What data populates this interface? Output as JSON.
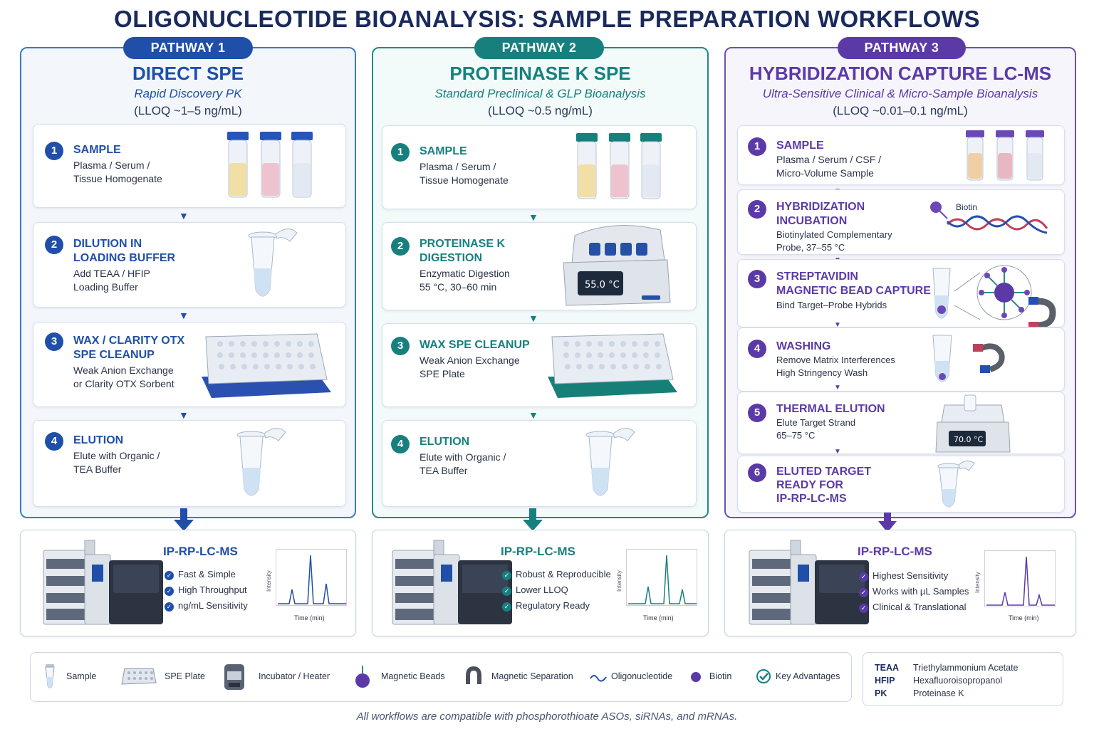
{
  "title": "OLIGONUCLEOTIDE BIOANALYSIS: SAMPLE PREPARATION WORKFLOWS",
  "colors": {
    "pathway1": "#1f4fa8",
    "pathway2": "#17807f",
    "pathway3": "#5b3aa8"
  },
  "pathways": [
    {
      "label": "PATHWAY 1",
      "name": "DIRECT SPE",
      "subtitle": "Rapid Discovery PK",
      "lloq": "(LLOQ ~1–5 ng/mL)",
      "steps": [
        {
          "num": "1",
          "title": "SAMPLE",
          "desc": "Plasma / Serum /\nTissue Homogenate",
          "icon": "sample-tubes-icon"
        },
        {
          "num": "2",
          "title": "DILUTION IN\nLOADING BUFFER",
          "desc": "Add TEAA / HFIP\nLoading Buffer",
          "icon": "microtube-icon"
        },
        {
          "num": "3",
          "title": "WAX / CLARITY OTX\nSPE CLEANUP",
          "desc": "Weak Anion Exchange\nor Clarity OTX Sorbent",
          "icon": "spe-plate-icon"
        },
        {
          "num": "4",
          "title": "ELUTION",
          "desc": "Elute with Organic /\nTEA Buffer",
          "icon": "microtube-icon"
        }
      ],
      "lcms": {
        "title": "IP-RP-LC-MS",
        "advantages": [
          "Fast & Simple",
          "High Throughput",
          "ng/mL Sensitivity"
        ],
        "y_label": "Intensity",
        "x_label": "Time (min)"
      }
    },
    {
      "label": "PATHWAY 2",
      "name": "PROTEINASE K SPE",
      "subtitle": "Standard Preclinical & GLP Bioanalysis",
      "lloq": "(LLOQ ~0.5 ng/mL)",
      "steps": [
        {
          "num": "1",
          "title": "SAMPLE",
          "desc": "Plasma / Serum /\nTissue Homogenate",
          "icon": "sample-tubes-icon"
        },
        {
          "num": "2",
          "title": "PROTEINASE K\nDIGESTION",
          "desc": "Enzymatic Digestion\n55 °C, 30–60 min",
          "icon": "incubator-icon",
          "display": "55.0 °C"
        },
        {
          "num": "3",
          "title": "WAX SPE CLEANUP",
          "desc": "Weak Anion Exchange\nSPE Plate",
          "icon": "spe-plate-icon"
        },
        {
          "num": "4",
          "title": "ELUTION",
          "desc": "Elute with Organic /\nTEA Buffer",
          "icon": "microtube-icon"
        }
      ],
      "lcms": {
        "title": "IP-RP-LC-MS",
        "advantages": [
          "Robust & Reproducible",
          "Lower LLOQ",
          "Regulatory Ready"
        ],
        "y_label": "Intensity",
        "x_label": "Time (min)"
      }
    },
    {
      "label": "PATHWAY 3",
      "name": "HYBRIDIZATION CAPTURE LC-MS",
      "subtitle": "Ultra-Sensitive Clinical & Micro-Sample Bioanalysis",
      "lloq": "(LLOQ ~0.01–0.1 ng/mL)",
      "steps": [
        {
          "num": "1",
          "title": "SAMPLE",
          "desc": "Plasma / Serum / CSF /\nMicro-Volume Sample",
          "icon": "sample-tubes-icon"
        },
        {
          "num": "2",
          "title": "HYBRIDIZATION\nINCUBATION",
          "desc": "Biotinylated Complementary\nProbe, 37–55 °C",
          "icon": "oligonucleotide-icon",
          "tag": "Biotin"
        },
        {
          "num": "3",
          "title": "STREPTAVIDIN\nMAGNETIC BEAD CAPTURE",
          "desc": "Bind Target–Probe Hybrids",
          "icon": "magnetic-bead-icon"
        },
        {
          "num": "4",
          "title": "WASHING",
          "desc": "Remove Matrix Interferences\nHigh Stringency Wash",
          "icon": "magnet-icon"
        },
        {
          "num": "5",
          "title": "THERMAL ELUTION",
          "desc": "Elute Target Strand\n65–75 °C",
          "icon": "incubator-icon",
          "display": "70.0 °C"
        },
        {
          "num": "6",
          "title": "ELUTED TARGET\nREADY FOR\nIP-RP-LC-MS",
          "desc": "",
          "icon": "microtube-icon"
        }
      ],
      "lcms": {
        "title": "IP-RP-LC-MS",
        "advantages": [
          "Highest Sensitivity",
          "Works with µL Samples",
          "Clinical & Translational"
        ],
        "y_label": "Intensity",
        "x_label": "Time (min)"
      }
    }
  ],
  "legend": [
    {
      "label": "Sample",
      "icon": "sample-icon"
    },
    {
      "label": "SPE Plate",
      "icon": "spe-plate-icon"
    },
    {
      "label": "Incubator / Heater",
      "icon": "incubator-icon"
    },
    {
      "label": "Magnetic Beads",
      "icon": "magnetic-beads-icon"
    },
    {
      "label": "Magnetic Separation",
      "icon": "magnet-icon"
    },
    {
      "label": "Oligonucleotide",
      "icon": "oligonucleotide-icon"
    },
    {
      "label": "Biotin",
      "icon": "biotin-icon"
    },
    {
      "label": "Key Advantages",
      "icon": "check-icon"
    }
  ],
  "abbreviations": [
    {
      "abbr": "TEAA",
      "full": "Triethylammonium Acetate"
    },
    {
      "abbr": "HFIP",
      "full": "Hexafluoroisopropanol"
    },
    {
      "abbr": "PK",
      "full": "Proteinase K"
    }
  ],
  "footnote": "All workflows are compatible with phosphorothioate  ASOs, siRNAs, and mRNAs."
}
